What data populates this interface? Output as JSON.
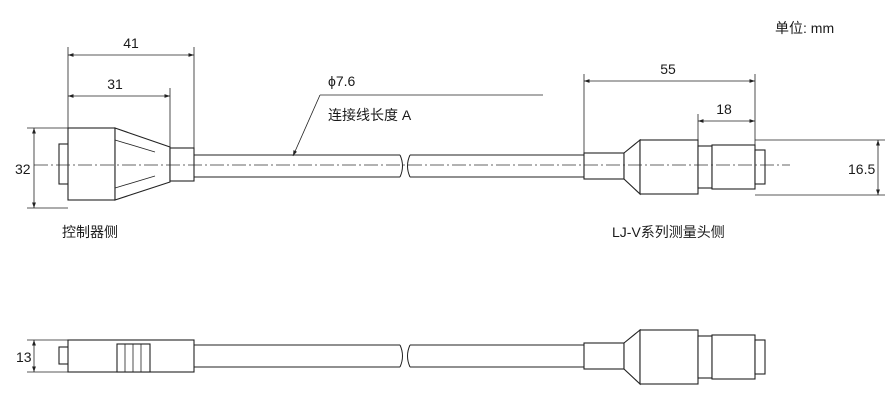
{
  "unit_label": "单位: mm",
  "dims": {
    "total_controller_len": "41",
    "controller_body_len": "31",
    "height_controller": "32",
    "head_side_len": "55",
    "head_tip_len": "18",
    "head_diameter": "16.5",
    "side_view_height": "13",
    "cable_diameter": "ϕ7.6"
  },
  "labels": {
    "cable_length": "连接线长度 A",
    "controller_side": "控制器侧",
    "head_side": "LJ-V系列测量头侧"
  }
}
